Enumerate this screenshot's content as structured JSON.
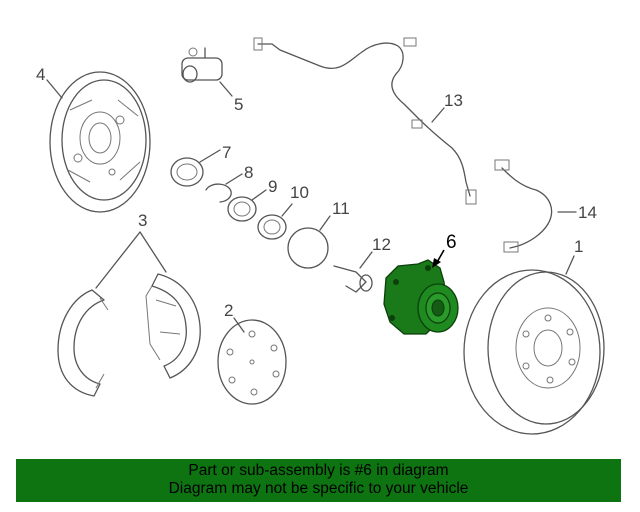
{
  "diagram": {
    "callouts": {
      "c1": "1",
      "c2": "2",
      "c3": "3",
      "c4": "4",
      "c5": "5",
      "c6": "6",
      "c7": "7",
      "c8": "8",
      "c9": "9",
      "c10": "10",
      "c11": "11",
      "c12": "12",
      "c13": "13",
      "c14": "14"
    },
    "highlight_part": "6",
    "highlight_color": "#1a7a1a"
  },
  "banner": {
    "line1": "Part or sub-assembly is #6 in diagram",
    "line2": "Diagram may not be specific to your vehicle",
    "background": "#0e7412"
  }
}
